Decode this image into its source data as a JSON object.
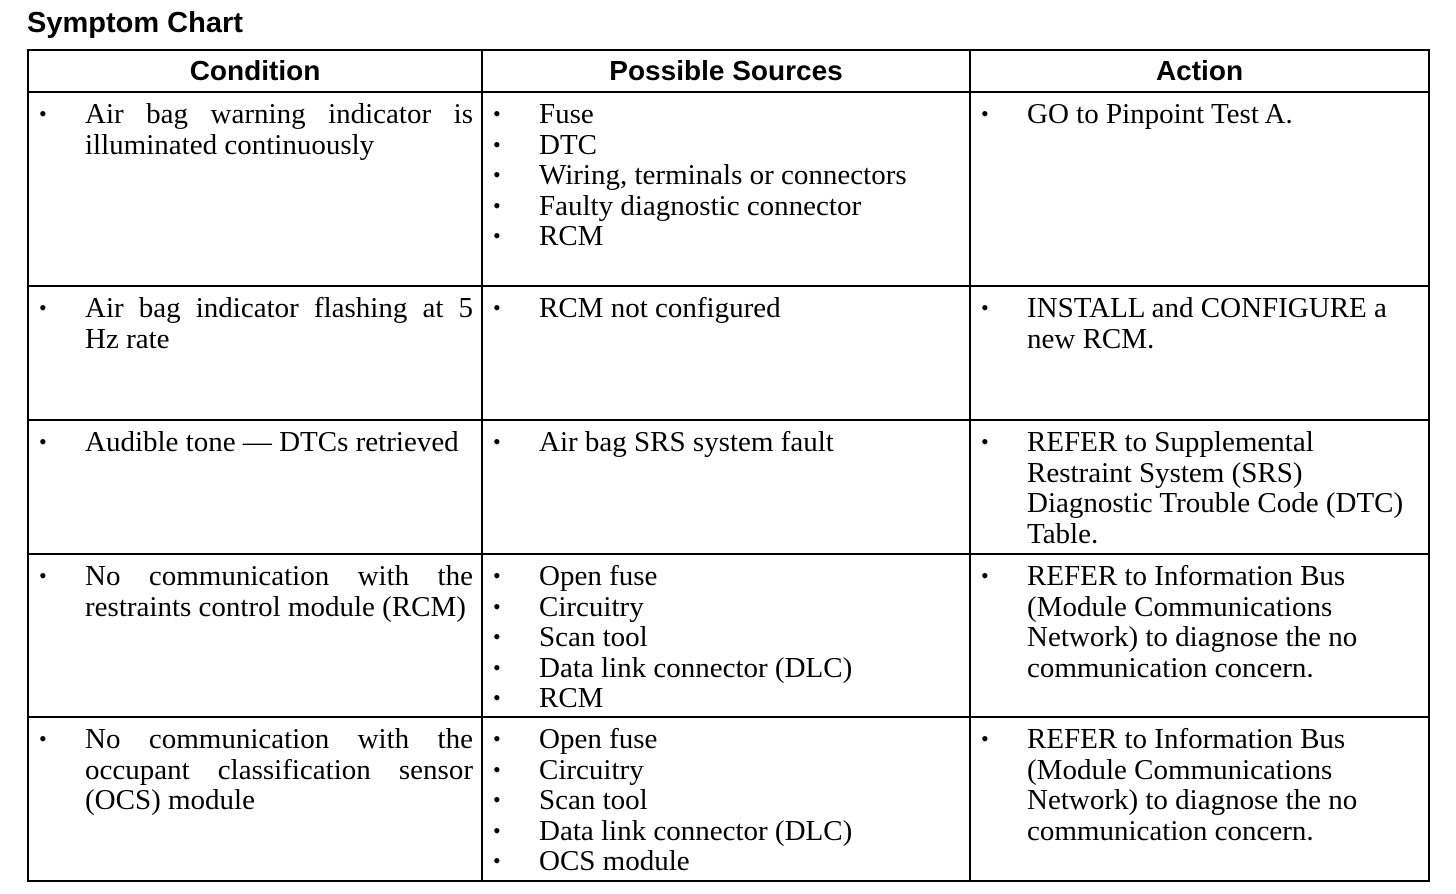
{
  "title": "Symptom Chart",
  "columns": [
    "Condition",
    "Possible Sources",
    "Action"
  ],
  "rows": [
    {
      "condition": [
        "Air bag warning indicator is illuminated continuously"
      ],
      "sources": [
        "Fuse",
        "DTC",
        "Wiring, terminals or connectors",
        "Faulty diagnostic connector",
        "RCM"
      ],
      "action": [
        "GO to Pinpoint Test A."
      ]
    },
    {
      "condition": [
        "Air bag indicator flashing at 5 Hz rate"
      ],
      "sources": [
        "RCM not configured"
      ],
      "action": [
        "INSTALL and CONFIGURE a new RCM."
      ]
    },
    {
      "condition": [
        "Audible tone — DTCs retrieved"
      ],
      "sources": [
        "Air bag SRS system fault"
      ],
      "action": [
        "REFER to Supplemental Restraint System (SRS) Diagnostic Trouble Code (DTC) Table."
      ]
    },
    {
      "condition": [
        "No communication with the restraints control module (RCM)"
      ],
      "sources": [
        "Open fuse",
        "Circuitry",
        "Scan tool",
        "Data link connector (DLC)",
        "RCM"
      ],
      "action": [
        "REFER to Information Bus (Module Communications Network) to diagnose the no communication concern."
      ]
    },
    {
      "condition": [
        "No communication with the occupant classification sensor (OCS) module"
      ],
      "sources": [
        "Open fuse",
        "Circuitry",
        "Scan tool",
        "Data link connector (DLC)",
        "OCS module"
      ],
      "action": [
        "REFER to Information Bus (Module Communications Network) to diagnose the no communication concern."
      ]
    }
  ]
}
